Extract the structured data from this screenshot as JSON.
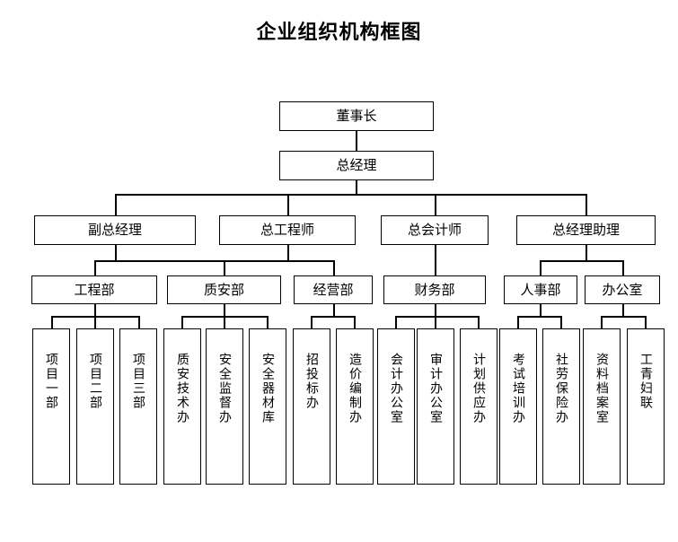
{
  "title": "企业组织机构框图",
  "colors": {
    "background": "#ffffff",
    "line": "#000000",
    "text": "#000000",
    "box_fill": "#ffffff"
  },
  "chart_data": {
    "type": "diagram",
    "diagram_kind": "organizational-chart",
    "title": "企业组织机构框图",
    "orientation": "top-down",
    "levels": 5,
    "nodes": [
      {
        "id": "n1",
        "label": "董事长",
        "level": 1,
        "parent": null,
        "orient": "horizontal"
      },
      {
        "id": "n2",
        "label": "总经理",
        "level": 2,
        "parent": "n1",
        "orient": "horizontal"
      },
      {
        "id": "n3",
        "label": "副总经理",
        "level": 3,
        "parent": "n2",
        "orient": "horizontal"
      },
      {
        "id": "n4",
        "label": "总工程师",
        "level": 3,
        "parent": "n2",
        "orient": "horizontal"
      },
      {
        "id": "n5",
        "label": "总会计师",
        "level": 3,
        "parent": "n2",
        "orient": "horizontal"
      },
      {
        "id": "n6",
        "label": "总经理助理",
        "level": 3,
        "parent": "n2",
        "orient": "horizontal"
      },
      {
        "id": "n7",
        "label": "工程部",
        "level": 4,
        "parent": "n3,n4",
        "orient": "horizontal"
      },
      {
        "id": "n8",
        "label": "质安部",
        "level": 4,
        "parent": "n3,n4",
        "orient": "horizontal"
      },
      {
        "id": "n9",
        "label": "经营部",
        "level": 4,
        "parent": "n3,n4",
        "orient": "horizontal"
      },
      {
        "id": "n10",
        "label": "财务部",
        "level": 4,
        "parent": "n5",
        "orient": "horizontal"
      },
      {
        "id": "n11",
        "label": "人事部",
        "level": 4,
        "parent": "n6",
        "orient": "horizontal"
      },
      {
        "id": "n12",
        "label": "办公室",
        "level": 4,
        "parent": "n6",
        "orient": "horizontal"
      },
      {
        "id": "n13",
        "label": "项目一部",
        "level": 5,
        "parent": "n7",
        "orient": "vertical"
      },
      {
        "id": "n14",
        "label": "项目二部",
        "level": 5,
        "parent": "n7",
        "orient": "vertical"
      },
      {
        "id": "n15",
        "label": "项目三部",
        "level": 5,
        "parent": "n7",
        "orient": "vertical"
      },
      {
        "id": "n16",
        "label": "质安技术办",
        "level": 5,
        "parent": "n8",
        "orient": "vertical"
      },
      {
        "id": "n17",
        "label": "安全监督办",
        "level": 5,
        "parent": "n8",
        "orient": "vertical"
      },
      {
        "id": "n18",
        "label": "安全器材库",
        "level": 5,
        "parent": "n8",
        "orient": "vertical"
      },
      {
        "id": "n19",
        "label": "招投标办",
        "level": 5,
        "parent": "n9",
        "orient": "vertical"
      },
      {
        "id": "n20",
        "label": "造价编制办",
        "level": 5,
        "parent": "n9",
        "orient": "vertical"
      },
      {
        "id": "n21",
        "label": "会计办公室",
        "level": 5,
        "parent": "n10",
        "orient": "vertical"
      },
      {
        "id": "n22",
        "label": "审计办公室",
        "level": 5,
        "parent": "n10",
        "orient": "vertical"
      },
      {
        "id": "n23",
        "label": "计划供应办",
        "level": 5,
        "parent": "n10",
        "orient": "vertical"
      },
      {
        "id": "n24",
        "label": "考试培训办",
        "level": 5,
        "parent": "n11",
        "orient": "vertical"
      },
      {
        "id": "n25",
        "label": "社劳保险办",
        "level": 5,
        "parent": "n11",
        "orient": "vertical"
      },
      {
        "id": "n26",
        "label": "资料档案室",
        "level": 5,
        "parent": "n12",
        "orient": "vertical"
      },
      {
        "id": "n27",
        "label": "工青妇联",
        "level": 5,
        "parent": "n12",
        "orient": "vertical"
      }
    ]
  }
}
